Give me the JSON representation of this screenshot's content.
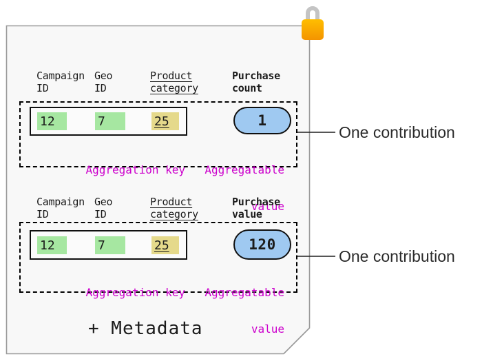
{
  "sheet": {
    "description": "record card with folded corner and padlock",
    "footer_label": "+ Metadata"
  },
  "contributions": [
    {
      "headers": [
        {
          "line1": "Campaign",
          "line2": "ID"
        },
        {
          "line1": "Geo",
          "line2": "ID"
        },
        {
          "line1": "Product",
          "line2": "category"
        },
        {
          "line1": "Purchase",
          "line2": "count"
        }
      ],
      "key_cells": [
        {
          "value": "12",
          "highlight": "green"
        },
        {
          "value": "7",
          "highlight": "green"
        },
        {
          "value": "25",
          "highlight": "yellow-underlined"
        }
      ],
      "aggregation_key_label": "Aggregation key",
      "aggregatable_value_label": [
        "Aggregatable",
        "value"
      ],
      "value": "1",
      "callout": "One contribution"
    },
    {
      "headers": [
        {
          "line1": "Campaign",
          "line2": "ID"
        },
        {
          "line1": "Geo",
          "line2": "ID"
        },
        {
          "line1": "Product",
          "line2": "category"
        },
        {
          "line1": "Purchase",
          "line2": "value"
        }
      ],
      "key_cells": [
        {
          "value": "12",
          "highlight": "green"
        },
        {
          "value": "7",
          "highlight": "green"
        },
        {
          "value": "25",
          "highlight": "yellow-underlined"
        }
      ],
      "aggregation_key_label": "Aggregation key",
      "aggregatable_value_label": [
        "Aggregatable",
        "value"
      ],
      "value": "120",
      "callout": "One contribution"
    }
  ],
  "colors": {
    "cell_green": "#a6e7a1",
    "cell_yellow": "#e5d98b",
    "pill_blue": "#9fc9f1",
    "magenta": "#cc00cc",
    "sheet_bg": "#f8f8f8",
    "sheet_border": "#9a9a9a",
    "lock_shackle": "#c4c4c4",
    "lock_orange_top": "#ffbe00",
    "lock_orange_bottom": "#f49400"
  }
}
